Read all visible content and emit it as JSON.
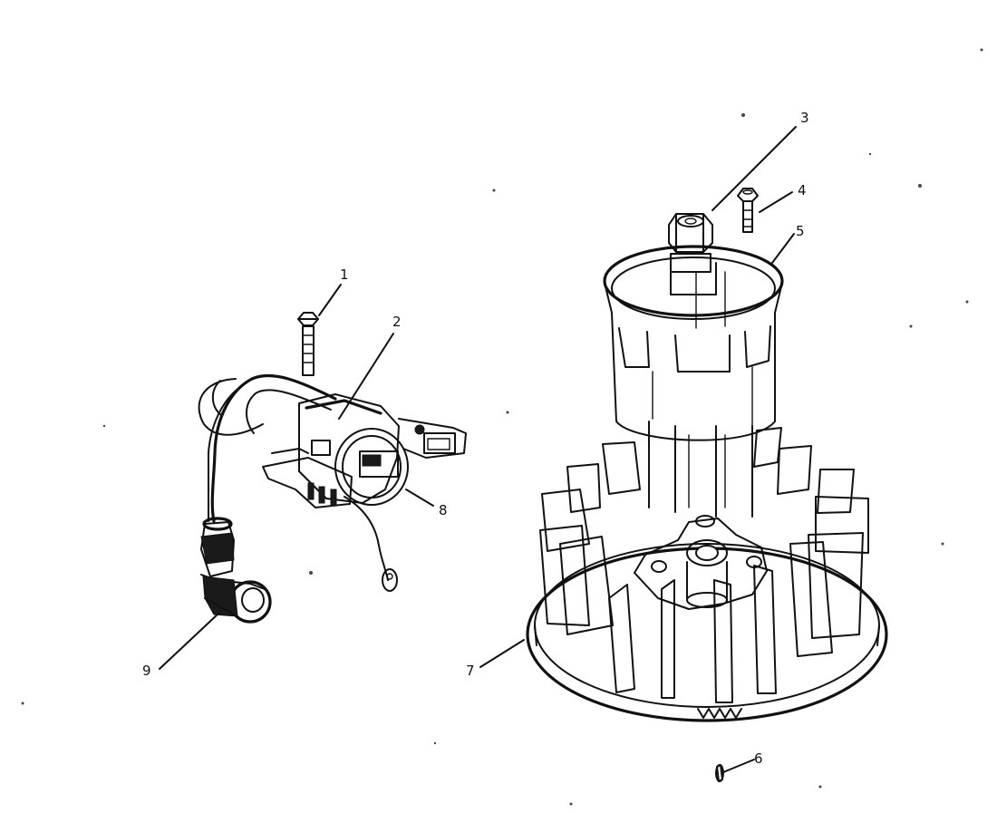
{
  "parts": [
    {
      "number": "1",
      "name": "bolt"
    },
    {
      "number": "2",
      "name": "ignition-module-pointer"
    },
    {
      "number": "3",
      "name": "flywheel-nut"
    },
    {
      "number": "4",
      "name": "screw"
    },
    {
      "number": "5",
      "name": "starter-cup"
    },
    {
      "number": "6",
      "name": "key"
    },
    {
      "number": "7",
      "name": "flywheel"
    },
    {
      "number": "8",
      "name": "ignition-coil"
    },
    {
      "number": "9",
      "name": "spark-plug-boot"
    }
  ],
  "colors": {
    "ink": "#111111",
    "paper": "#ffffff"
  }
}
